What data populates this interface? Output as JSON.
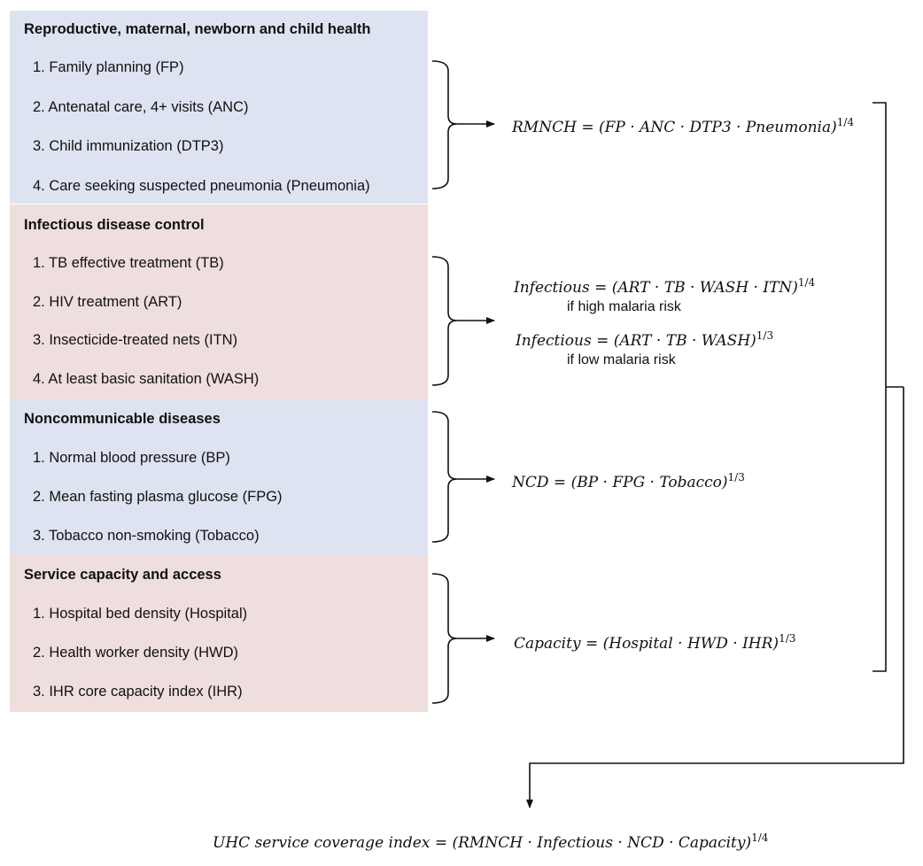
{
  "groups": [
    {
      "title": "Reproductive, maternal, newborn and child health",
      "items": [
        "1. Family planning (FP)",
        "2. Antenatal care, 4+ visits (ANC)",
        "3. Child immunization (DTP3)",
        "4. Care seeking suspected pneumonia (Pneumonia)"
      ],
      "formula": {
        "text": "RMNCH = (FP · ANC · DTP3 · Pneumonia)",
        "exp": "1/4"
      }
    },
    {
      "title": "Infectious disease control",
      "items": [
        "1. TB effective treatment  (TB)",
        "2. HIV treatment (ART)",
        "3. Insecticide-treated nets (ITN)",
        "4. At least basic sanitation (WASH)"
      ],
      "formulas": [
        {
          "text": "Infectious = (ART · TB · WASH · ITN)",
          "exp": "1/4",
          "note": "if high malaria risk"
        },
        {
          "text": "Infectious = (ART · TB · WASH)",
          "exp": "1/3",
          "note": "if low malaria risk"
        }
      ]
    },
    {
      "title": "Noncommunicable diseases",
      "items": [
        "1. Normal blood pressure (BP)",
        "2. Mean fasting plasma glucose (FPG)",
        "3. Tobacco non-smoking (Tobacco)"
      ],
      "formula": {
        "text": "NCD = (BP · FPG · Tobacco)",
        "exp": "1/3"
      }
    },
    {
      "title": "Service capacity and access",
      "items": [
        "1. Hospital bed density (Hospital)",
        "2. Health worker density (HWD)",
        "3. IHR core capacity index (IHR)"
      ],
      "formula": {
        "text": "Capacity = (Hospital · HWD · IHR)",
        "exp": "1/3"
      }
    }
  ],
  "final": {
    "text": "UHC service coverage index = (RMNCH · Infectious · NCD · Capacity)",
    "exp": "1/4"
  },
  "colors": {
    "panel_blue": "#dee3f1",
    "panel_pink": "#efdede",
    "line": "#111111"
  }
}
